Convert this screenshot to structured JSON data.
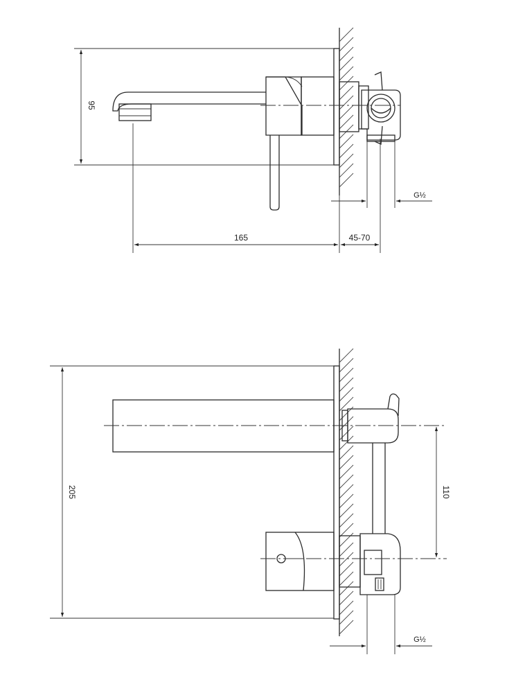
{
  "views": {
    "side": {
      "dimensions": {
        "height": "95",
        "spout_projection": "165",
        "wall_depth": "45-70",
        "thread": "G½"
      }
    },
    "front": {
      "dimensions": {
        "height": "205",
        "spacing": "110",
        "thread": "G½"
      }
    }
  }
}
